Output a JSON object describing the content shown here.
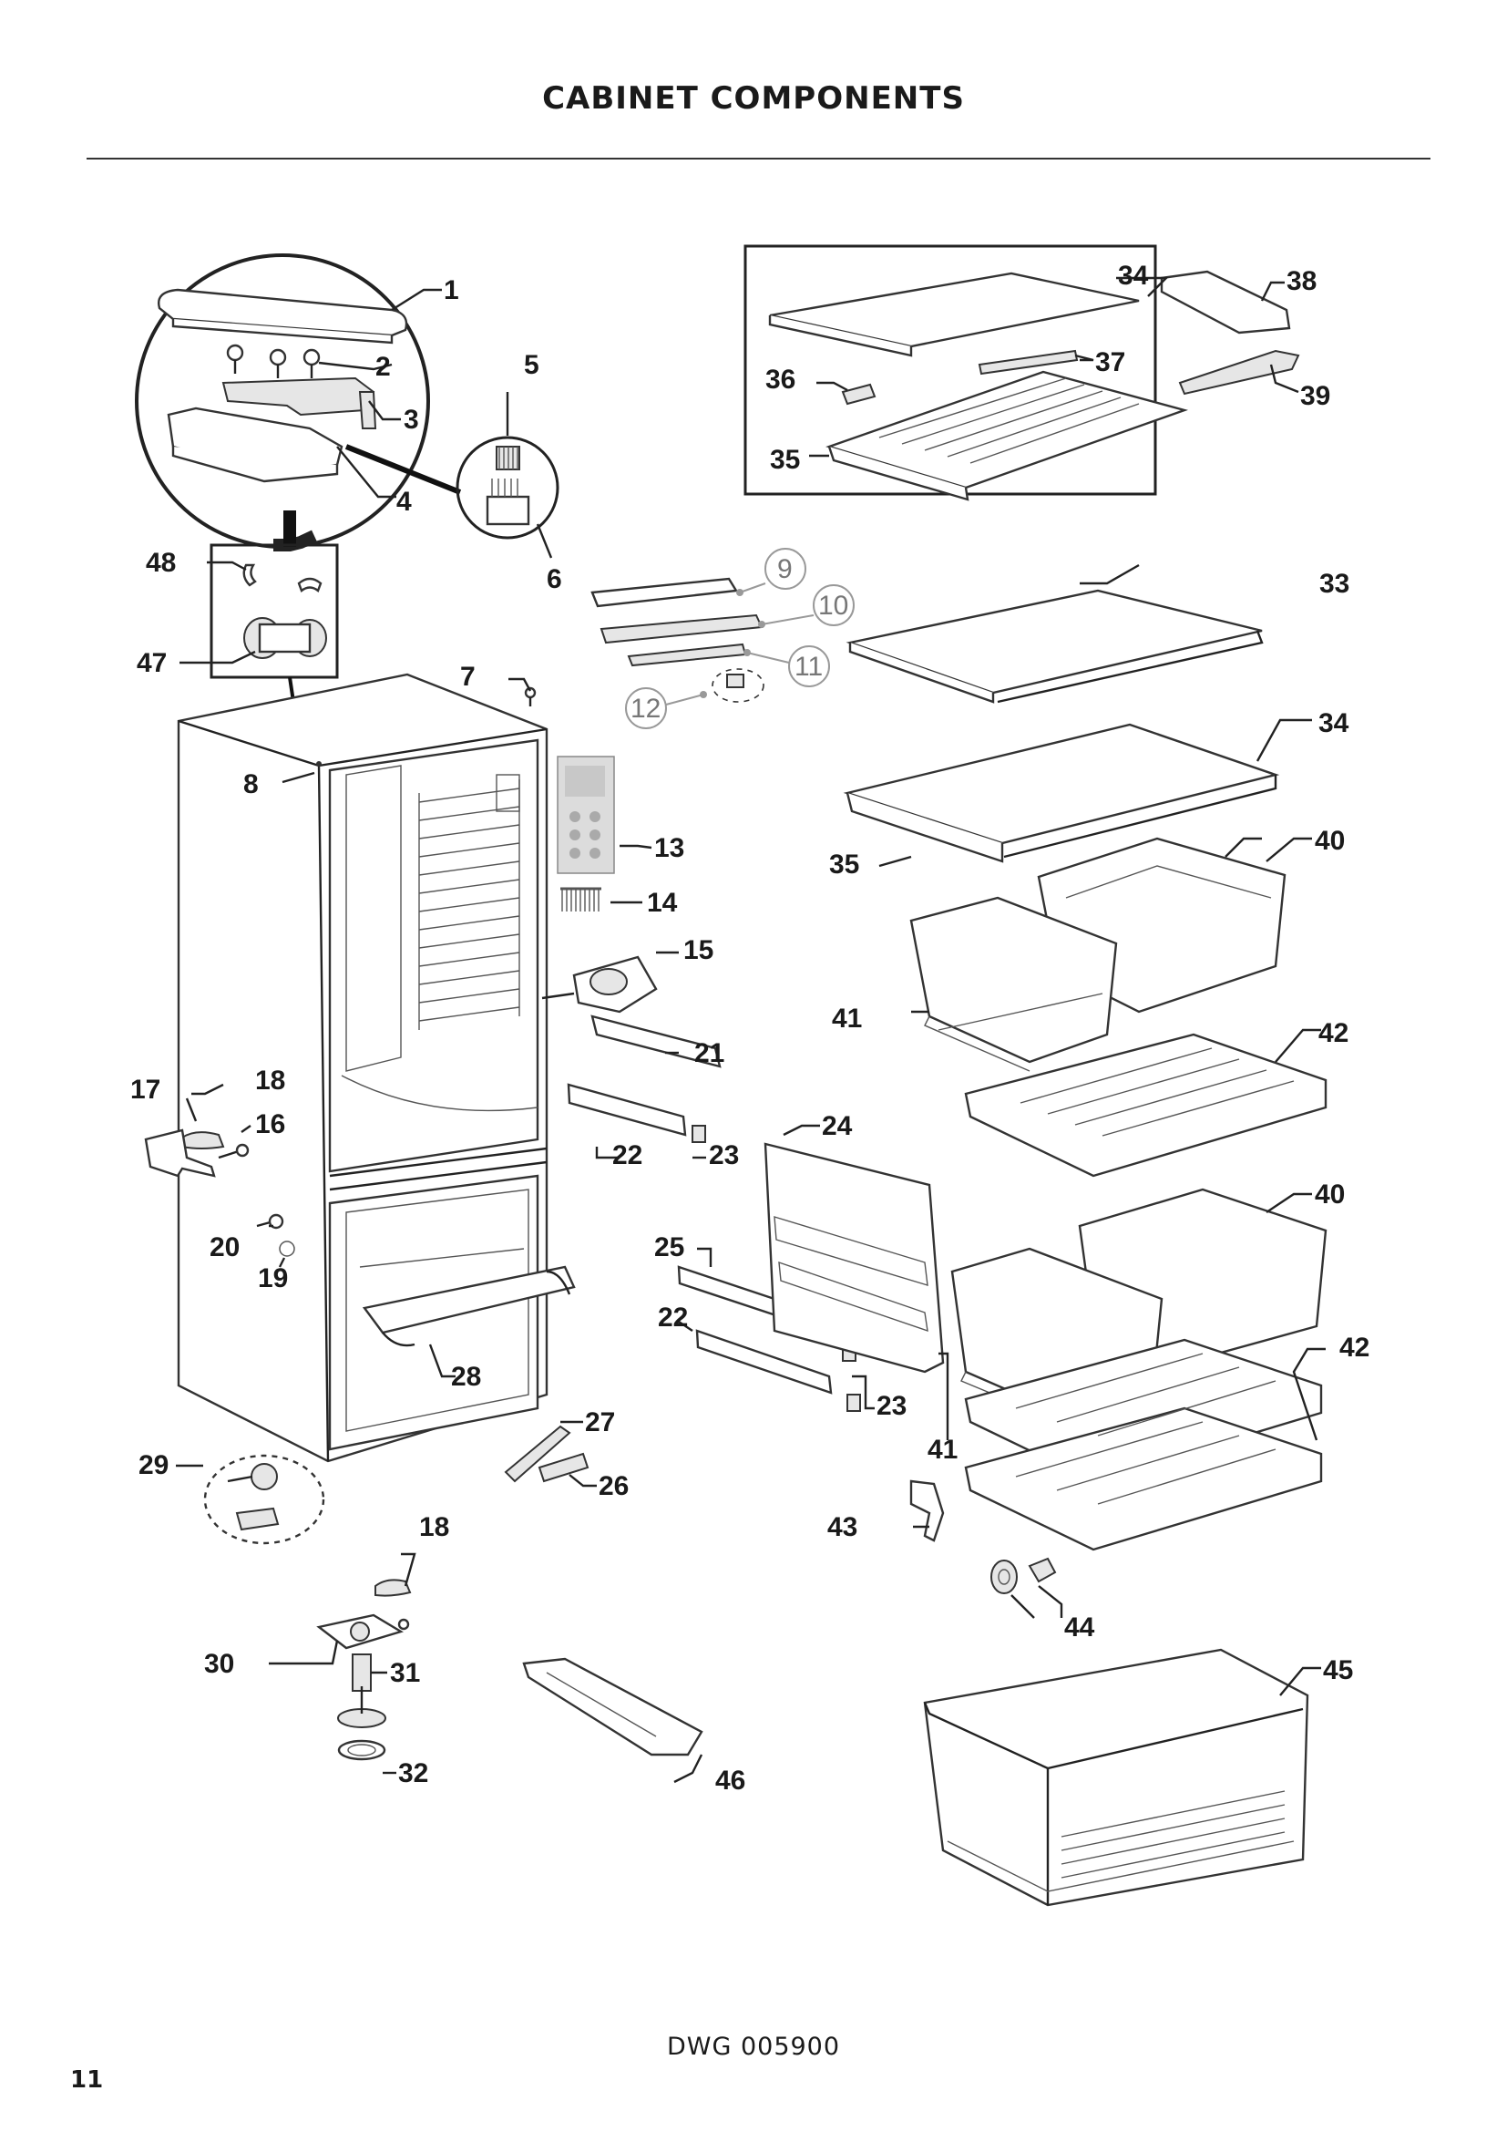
{
  "page": {
    "title": "CABINET COMPONENTS",
    "drawing_number": "DWG 005900",
    "page_number": "11"
  },
  "callouts": [
    {
      "id": "c1",
      "text": "1"
    },
    {
      "id": "c2",
      "text": "2"
    },
    {
      "id": "c3",
      "text": "3"
    },
    {
      "id": "c4",
      "text": "4"
    },
    {
      "id": "c5",
      "text": "5"
    },
    {
      "id": "c6",
      "text": "6"
    },
    {
      "id": "c7",
      "text": "7"
    },
    {
      "id": "c8",
      "text": "8"
    },
    {
      "id": "c9",
      "text": "9"
    },
    {
      "id": "c10",
      "text": "10"
    },
    {
      "id": "c11",
      "text": "11"
    },
    {
      "id": "c12",
      "text": "12"
    },
    {
      "id": "c13",
      "text": "13"
    },
    {
      "id": "c14",
      "text": "14"
    },
    {
      "id": "c15",
      "text": "15"
    },
    {
      "id": "c16",
      "text": "16"
    },
    {
      "id": "c17",
      "text": "17"
    },
    {
      "id": "c18a",
      "text": "18"
    },
    {
      "id": "c18b",
      "text": "18"
    },
    {
      "id": "c19",
      "text": "19"
    },
    {
      "id": "c20",
      "text": "20"
    },
    {
      "id": "c21",
      "text": "21"
    },
    {
      "id": "c22a",
      "text": "22"
    },
    {
      "id": "c22b",
      "text": "22"
    },
    {
      "id": "c23a",
      "text": "23"
    },
    {
      "id": "c23b",
      "text": "23"
    },
    {
      "id": "c24",
      "text": "24"
    },
    {
      "id": "c25",
      "text": "25"
    },
    {
      "id": "c26",
      "text": "26"
    },
    {
      "id": "c27",
      "text": "27"
    },
    {
      "id": "c28",
      "text": "28"
    },
    {
      "id": "c29",
      "text": "29"
    },
    {
      "id": "c30",
      "text": "30"
    },
    {
      "id": "c31",
      "text": "31"
    },
    {
      "id": "c32",
      "text": "32"
    },
    {
      "id": "c33",
      "text": "33"
    },
    {
      "id": "c34a",
      "text": "34"
    },
    {
      "id": "c34b",
      "text": "34"
    },
    {
      "id": "c35a",
      "text": "35"
    },
    {
      "id": "c35b",
      "text": "35"
    },
    {
      "id": "c36",
      "text": "36"
    },
    {
      "id": "c37",
      "text": "37"
    },
    {
      "id": "c38",
      "text": "38"
    },
    {
      "id": "c39",
      "text": "39"
    },
    {
      "id": "c40a",
      "text": "40"
    },
    {
      "id": "c40b",
      "text": "40"
    },
    {
      "id": "c41a",
      "text": "41"
    },
    {
      "id": "c41b",
      "text": "41"
    },
    {
      "id": "c42a",
      "text": "42"
    },
    {
      "id": "c42b",
      "text": "42"
    },
    {
      "id": "c43",
      "text": "43"
    },
    {
      "id": "c44",
      "text": "44"
    },
    {
      "id": "c45",
      "text": "45"
    },
    {
      "id": "c46",
      "text": "46"
    },
    {
      "id": "c47",
      "text": "47"
    },
    {
      "id": "c48",
      "text": "48"
    }
  ]
}
